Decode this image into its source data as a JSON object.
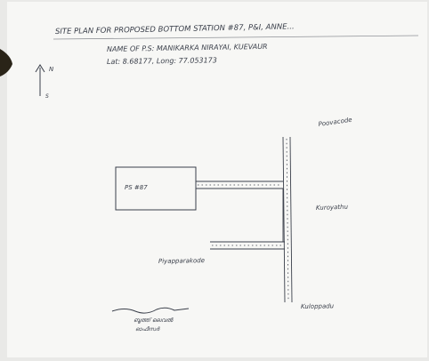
{
  "document": {
    "title": "SITE PLAN FOR PROPOSED BOTTOM STATION #87, P&I, ANNE...",
    "location_line": "NAME OF P.S: MANIKARKA NIRAYAI, KUEVAUR",
    "coords_line": "Lat: 8.68177,  Long: 77.053173"
  },
  "compass": {
    "north": "N",
    "south": "S"
  },
  "site": {
    "label": "PS #87"
  },
  "roads": {
    "top_label": "Poovacode",
    "middle_label": "Kuroyathu",
    "left_label": "Piyapparakode",
    "bottom_label": "Kuloppadu"
  },
  "signature": {
    "line1": "ബൂത്ത് ലെവൽ",
    "line2": "ഓഫീസർ"
  },
  "colors": {
    "paper": "#f7f7f5",
    "background": "#e9e9e7",
    "ink": "#3a3f4a",
    "dark_corner": "#2a2418"
  }
}
